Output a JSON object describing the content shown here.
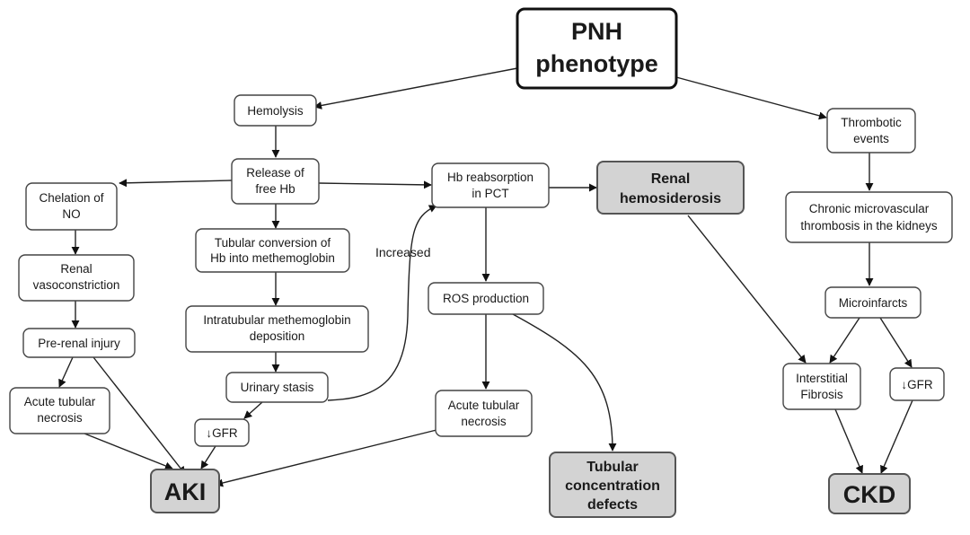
{
  "nodes": {
    "pnh": {
      "lines": [
        "PNH",
        "phenotype"
      ]
    },
    "hemolysis": {
      "lines": [
        "Hemolysis"
      ]
    },
    "thrombotic": {
      "lines": [
        "Thrombotic",
        "events"
      ]
    },
    "release_hb": {
      "lines": [
        "Release of",
        "free Hb"
      ]
    },
    "chelation": {
      "lines": [
        "Chelation of",
        "NO"
      ]
    },
    "hb_reabsorption": {
      "lines": [
        "Hb reabsorption",
        "in PCT"
      ]
    },
    "renal_hemosiderosis": {
      "lines": [
        "Renal",
        "hemosiderosis"
      ]
    },
    "chronic_thrombosis": {
      "lines": [
        "Chronic microvascular",
        "thrombosis in the kidneys"
      ]
    },
    "tubular_conversion": {
      "lines": [
        "Tubular conversion of",
        "Hb into methemoglobin"
      ]
    },
    "renal_vasoconstriction": {
      "lines": [
        "Renal",
        "vasoconstriction"
      ]
    },
    "ros": {
      "lines": [
        "ROS production"
      ]
    },
    "microinfarcts": {
      "lines": [
        "Microinfarcts"
      ]
    },
    "intratubular": {
      "lines": [
        "Intratubular methemoglobin",
        "deposition"
      ]
    },
    "prerenal": {
      "lines": [
        "Pre-renal injury"
      ]
    },
    "interstitial_fibrosis": {
      "lines": [
        "Interstitial",
        "Fibrosis"
      ]
    },
    "gfr_right": {
      "lines": [
        "↓GFR"
      ]
    },
    "urinary_stasis": {
      "lines": [
        "Urinary stasis"
      ]
    },
    "atn_left": {
      "lines": [
        "Acute tubular",
        "necrosis"
      ]
    },
    "atn_mid": {
      "lines": [
        "Acute tubular",
        "necrosis"
      ]
    },
    "gfr_left": {
      "lines": [
        "↓GFR"
      ]
    },
    "aki": {
      "lines": [
        "AKI"
      ]
    },
    "tubular_defects": {
      "lines": [
        "Tubular",
        "concentration",
        "defects"
      ]
    },
    "ckd": {
      "lines": [
        "CKD"
      ]
    }
  },
  "edge_labels": {
    "increased": "Increased"
  }
}
